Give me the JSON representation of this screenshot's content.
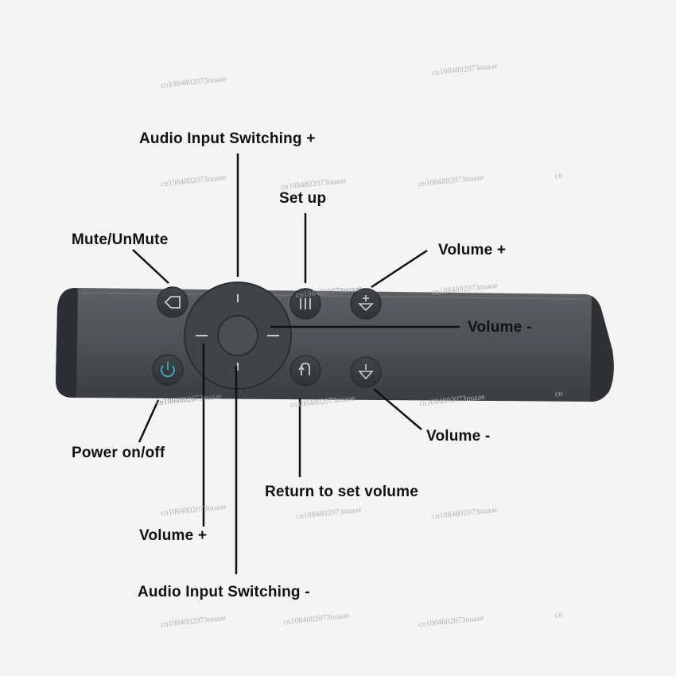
{
  "labels": {
    "audio_input_plus": "Audio Input Switching +",
    "set_up": "Set up",
    "mute": "Mute/UnMute",
    "volume_plus_right": "Volume +",
    "volume_minus_mid": "Volume -",
    "volume_minus_lower": "Volume -",
    "power": "Power on/off",
    "return_volume": "Return to set volume",
    "volume_plus_bottom": "Volume +",
    "audio_input_minus": "Audio Input Switching -"
  },
  "watermark": {
    "text": "cn1084802073nuaae",
    "short_text": "cn"
  },
  "colors": {
    "remote_body": "#4c5156",
    "button_face": "#3a3f44",
    "button_glyph": "#c9ced3",
    "leader_line": "#111111",
    "background": "#f4f4f4"
  },
  "icons": {
    "mute": "home-icon",
    "setup": "menu-icon",
    "volume_up": "speaker-plus-icon",
    "power": "power-icon",
    "return": "return-icon",
    "volume_down": "speaker-minus-icon"
  }
}
